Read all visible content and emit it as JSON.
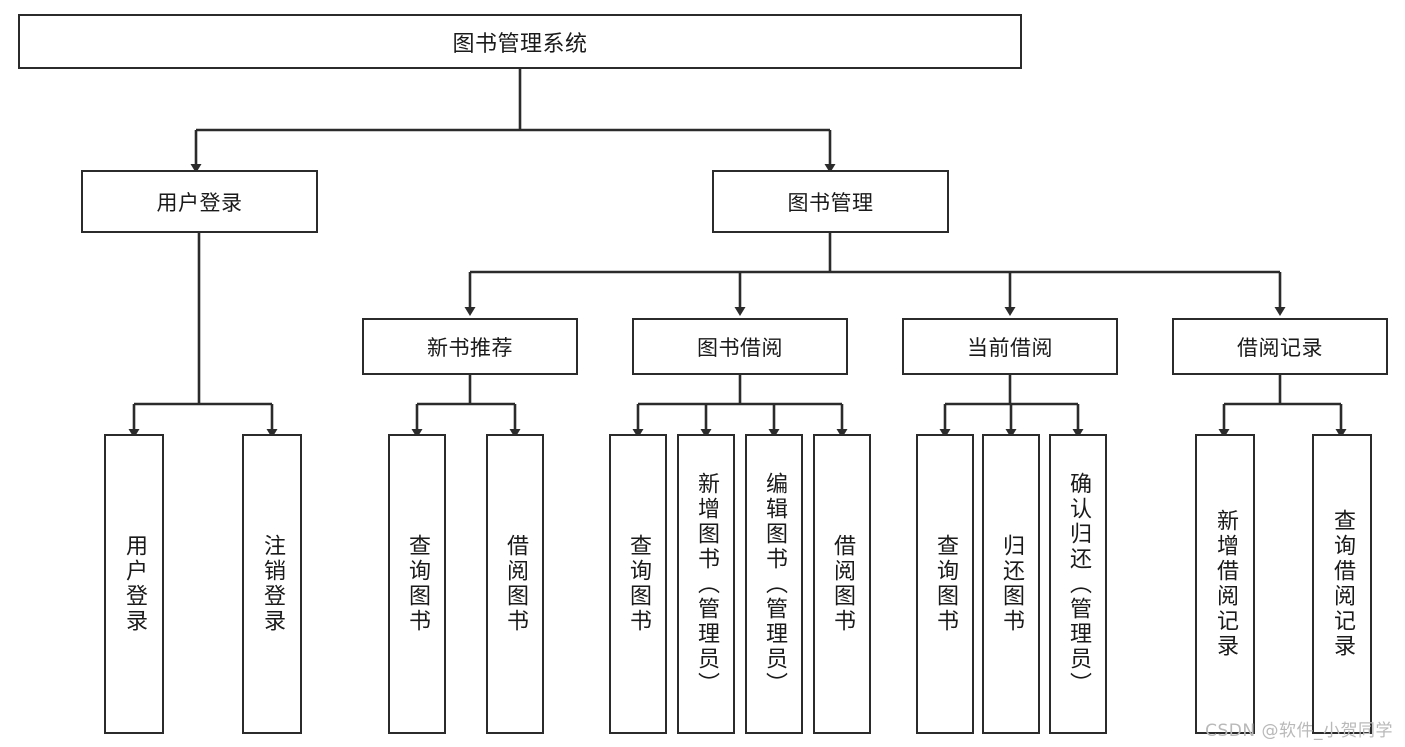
{
  "diagram": {
    "title": "图书管理系统",
    "type": "tree",
    "watermark": "CSDN @软件_小贺同学",
    "colors": {
      "border": "#2b2b2b",
      "text": "#1a1a1a",
      "background": "#ffffff",
      "edge": "#2b2b2b",
      "watermark": "#b9b9b9"
    },
    "nodes": {
      "root": {
        "label": "图书管理系统"
      },
      "level2": [
        {
          "id": "user-login",
          "label": "用户登录"
        },
        {
          "id": "book-manage",
          "label": "图书管理"
        }
      ],
      "level3": [
        {
          "id": "new-book-recommend",
          "label": "新书推荐"
        },
        {
          "id": "book-borrow",
          "label": "图书借阅"
        },
        {
          "id": "current-borrow",
          "label": "当前借阅"
        },
        {
          "id": "borrow-record",
          "label": "借阅记录"
        }
      ],
      "leaves": {
        "user-login": [
          {
            "id": "leaf-user-login",
            "label": "用户登录"
          },
          {
            "id": "leaf-logout",
            "label": "注销登录"
          }
        ],
        "new-book-recommend": [
          {
            "id": "leaf-query-book-1",
            "label": "查询图书"
          },
          {
            "id": "leaf-borrow-book-1",
            "label": "借阅图书"
          }
        ],
        "book-borrow": [
          {
            "id": "leaf-query-book-2",
            "label": "查询图书"
          },
          {
            "id": "leaf-add-book",
            "label": "新增图书（管理员）"
          },
          {
            "id": "leaf-edit-book",
            "label": "编辑图书（管理员）"
          },
          {
            "id": "leaf-borrow-book-2",
            "label": "借阅图书"
          }
        ],
        "current-borrow": [
          {
            "id": "leaf-query-book-3",
            "label": "查询图书"
          },
          {
            "id": "leaf-return-book",
            "label": "归还图书"
          },
          {
            "id": "leaf-confirm-return",
            "label": "确认归还（管理员）"
          }
        ],
        "borrow-record": [
          {
            "id": "leaf-add-record",
            "label": "新增借阅记录"
          },
          {
            "id": "leaf-query-record",
            "label": "查询借阅记录"
          }
        ]
      }
    }
  }
}
